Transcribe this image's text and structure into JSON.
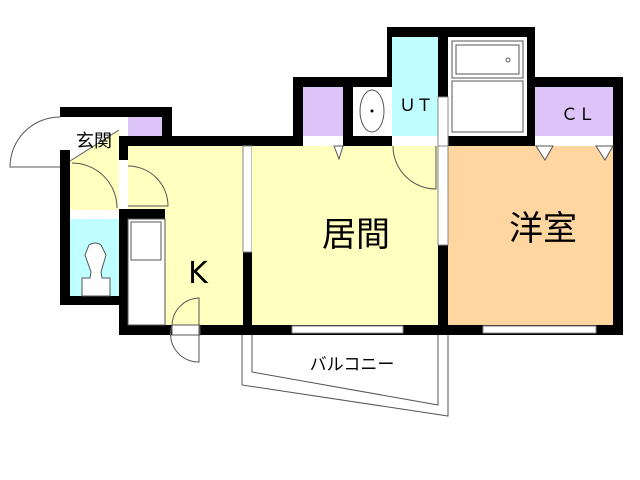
{
  "floor_plan": {
    "rooms": {
      "entrance": "玄関",
      "kitchen": "K",
      "living": "居間",
      "western_room": "洋室",
      "utility_toilet": "ＵＴ",
      "closet": "ＣＬ",
      "balcony": "バルコニー"
    },
    "colors": {
      "wall": "#000000",
      "kitchen_living": "#FFFFC0",
      "western_room": "#FFD5A0",
      "storage": "#DCC3F8",
      "wet_area": "#C0FFFF"
    }
  }
}
